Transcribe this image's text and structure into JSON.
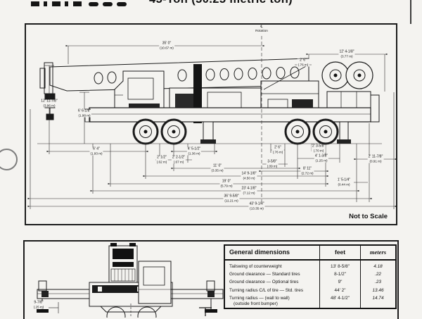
{
  "page": {
    "title_partial": "45-Ton (50.25 metric ton)",
    "not_to_scale": "Not to Scale"
  },
  "rotation": {
    "centerline_symbol": "℄",
    "label": "Rotation"
  },
  "side_view_dims": [
    {
      "name": "boom-length",
      "ft": "35' 0\"",
      "m": "(10.67 m)"
    },
    {
      "name": "rear-top-span",
      "ft": "12' 4-1/8\"",
      "m": "(3.77 m)"
    },
    {
      "name": "top-small-offset",
      "ft": "2' 6\"",
      "m": "(.76 m)"
    },
    {
      "name": "overall-height",
      "ft": "12' 11-7/8\"",
      "m": "(3.96 m)"
    },
    {
      "name": "deck-height",
      "ft": "6' 6-1/8\"",
      "m": "(1.98 m)"
    },
    {
      "name": "front-overhang",
      "ft": "6' 4\"",
      "m": "(1.93 m)"
    },
    {
      "name": "front-axle-span",
      "ft": "4' 5-1/2\"",
      "m": "(1.36 m)"
    },
    {
      "name": "front-axle-offset-a",
      "ft": "2' 1/2\"",
      "m": "(.62 m)"
    },
    {
      "name": "front-axle-offset-b",
      "ft": "2' 2-1/2\"",
      "m": "(.67 m)"
    },
    {
      "name": "cl-offset",
      "ft": "2' 6\"",
      "m": "(.76 m)"
    },
    {
      "name": "cl-small-offset",
      "ft": "3-5/8\"",
      "m": "(.09 m)"
    },
    {
      "name": "rear-axle-spacing",
      "ft": "2' 3-5/8\"",
      "m": "(.70 m)"
    },
    {
      "name": "rear-group-span",
      "ft": "4' 1-3/8\"",
      "m": "(1.25 m)"
    },
    {
      "name": "rear-overhang",
      "ft": "2' 11-7/8\"",
      "m": "(0.91 m)"
    },
    {
      "name": "rear-span",
      "ft": "8' 11\"",
      "m": "(2.72 m)"
    },
    {
      "name": "rear-small-offset",
      "ft": "1' 5-1/4\"",
      "m": "(0.44 m)"
    },
    {
      "name": "wheelbase",
      "ft": "11' 0\"",
      "m": "(3.35 m)"
    },
    {
      "name": "span-14ft",
      "ft": "14' 9-1/8\"",
      "m": "(4.50 m)"
    },
    {
      "name": "span-19ft",
      "ft": "19' 0\"",
      "m": "(5.79 m)"
    },
    {
      "name": "span-23ft",
      "ft": "23' 4-1/8\"",
      "m": "(7.12 m)"
    },
    {
      "name": "span-36ft",
      "ft": "36' 9-5/8\"",
      "m": "(11.21 m)"
    },
    {
      "name": "overall-length",
      "ft": "43' 9-1/4\"",
      "m": "(13.35 m)"
    }
  ],
  "front_view_dims": [
    {
      "name": "pad-height",
      "ft": "9-7/8\"",
      "m": "(.25 m)"
    }
  ],
  "table": {
    "title": "General dimensions",
    "col_feet": "feet",
    "col_meters": "meters",
    "rows": [
      {
        "label": "Tailswing of counterweight",
        "feet": "13' 8-5/8\"",
        "meters": "4.18"
      },
      {
        "label": "Ground clearance — Standard tires",
        "feet": "8-1/2\"",
        "meters": ".22"
      },
      {
        "label": "Ground clearance — Optional tires",
        "feet": "9\"",
        "meters": ".23"
      },
      {
        "label": "Turning radius C/L of tire — Std. tires",
        "feet": "44' 2\"",
        "meters": "13.46"
      },
      {
        "label": "Turning radius — (wall to wall)",
        "label2": "(outside front bumper)",
        "feet": "48' 4-1/2\"",
        "meters": "14.74"
      }
    ]
  }
}
